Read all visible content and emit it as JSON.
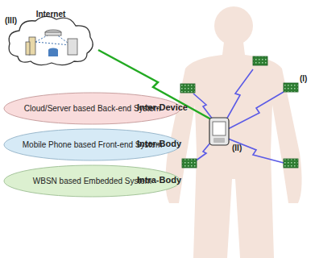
{
  "diagram": {
    "nodes": [
      {
        "text": [
          "Internet"
        ]
      },
      {
        "text": [
          "Cloud/Server based Back-end System"
        ]
      },
      {
        "text": [
          "Mobile Phone based Front-end System"
        ]
      },
      {
        "text": [
          "WBSN based Embedded System"
        ]
      }
    ],
    "labels": [
      "(III)",
      "Inter-Device",
      "Inter-Body",
      "Intra-Body",
      "(II)",
      "(I)"
    ]
  }
}
